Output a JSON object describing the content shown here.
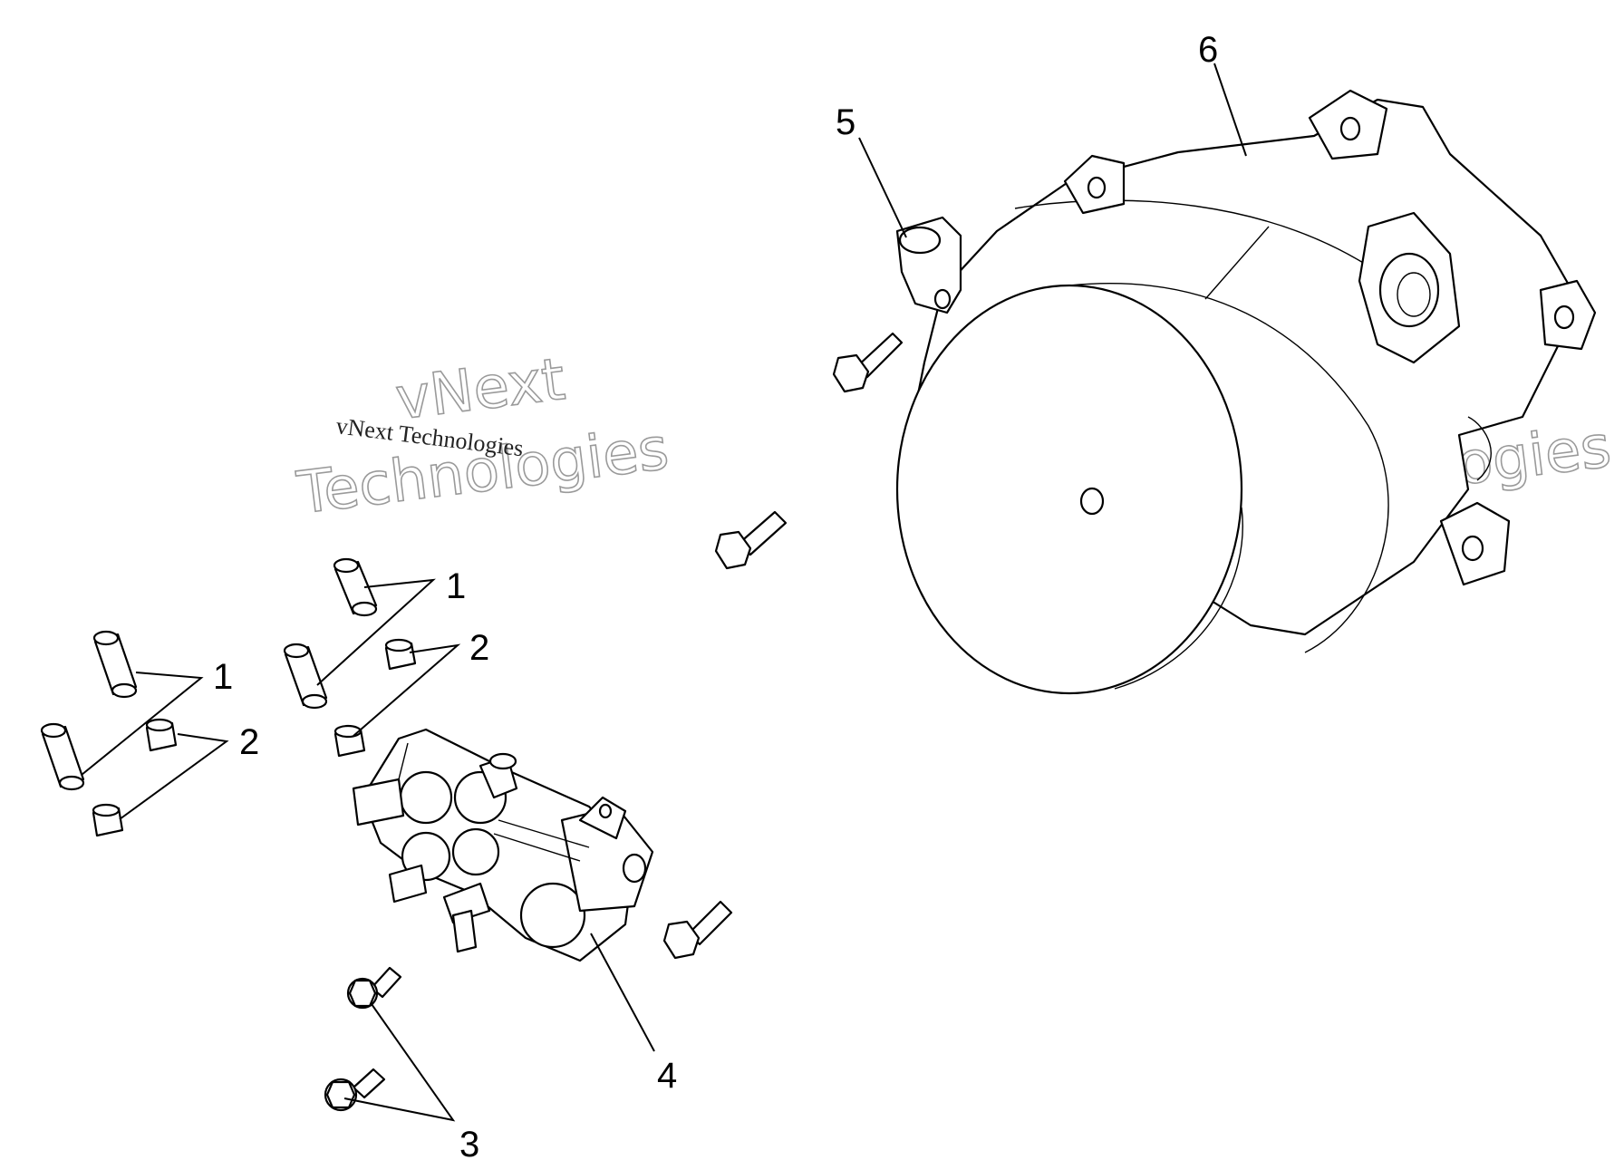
{
  "callouts": {
    "c1a": "1",
    "c1b": "1",
    "c2a": "2",
    "c2b": "2",
    "c3": "3",
    "c4": "4",
    "c5": "5",
    "c6": "6"
  },
  "watermark": {
    "line1": "vNext",
    "line2": "Technologies",
    "small": "vNext Technologies"
  }
}
